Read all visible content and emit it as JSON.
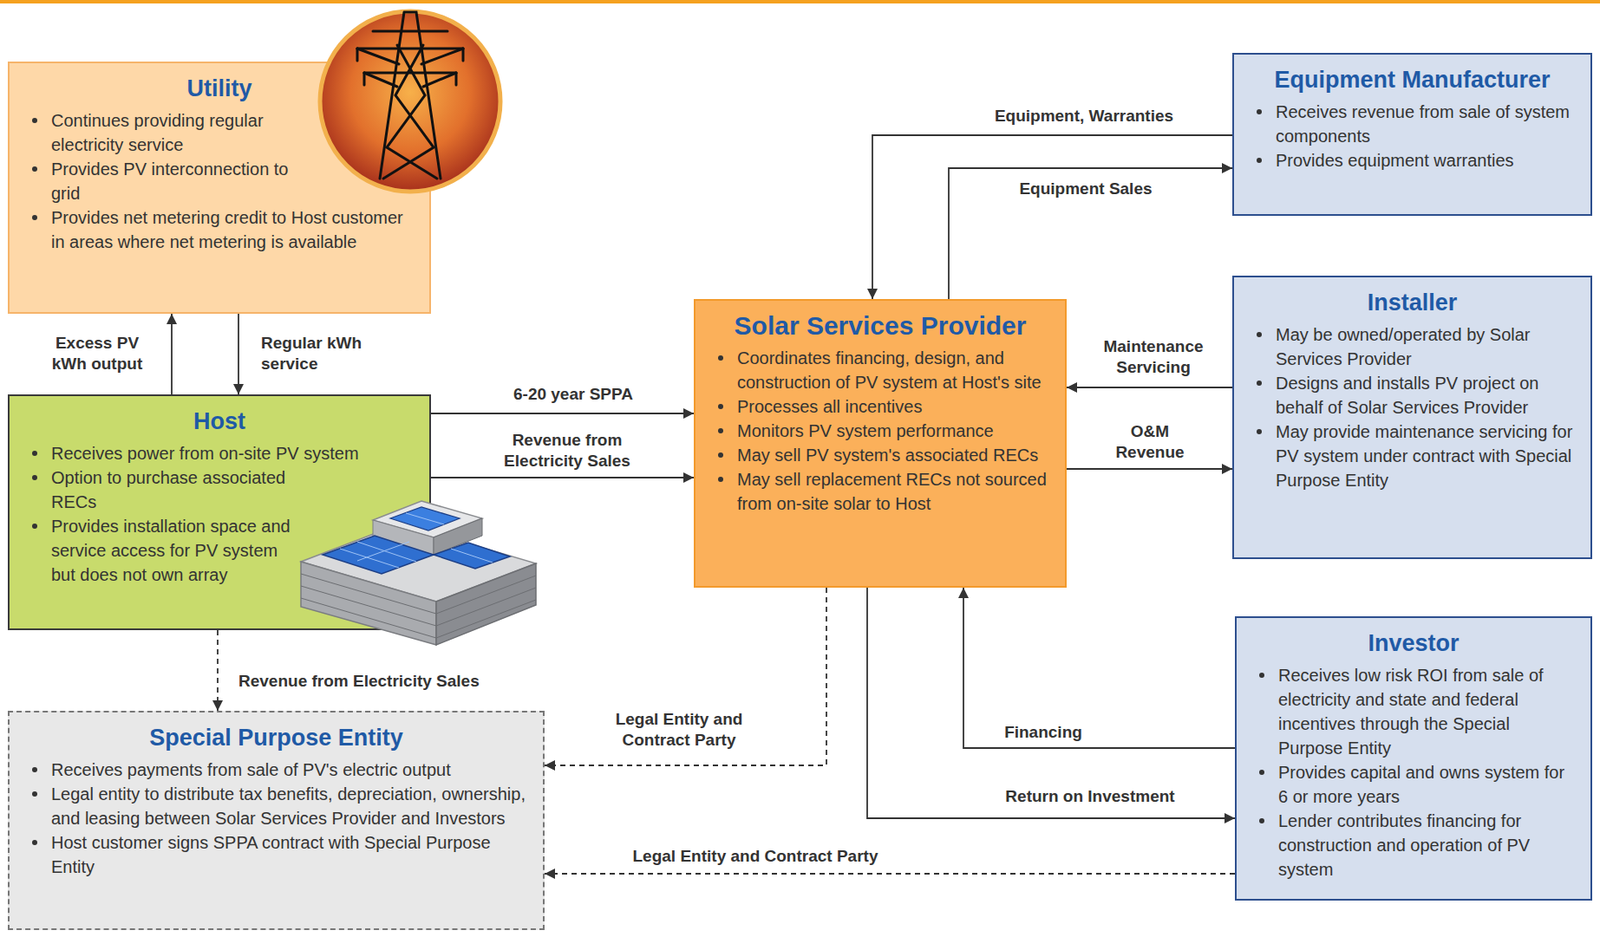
{
  "diagram": {
    "nodes": [
      {
        "text": [
          "Utility",
          "Continues providing regular electricity service",
          "Provides PV interconnection to grid",
          "Provides net metering credit to Host customer in areas where net metering is available"
        ]
      },
      {
        "text": [
          "Host",
          "Receives power from on-site PV system",
          "Option to purchase associated RECs",
          "Provides installation space and service access for PV system but does not own array"
        ]
      },
      {
        "text": [
          "Solar Services Provider",
          "Coordinates financing, design, and construction of PV system at Host's site",
          "Processes all incentives",
          "Monitors PV system performance",
          "May sell PV system's associated RECs",
          "May sell replacement RECs not sourced from on-site solar to Host"
        ]
      },
      {
        "text": [
          "Equipment Manufacturer",
          "Receives revenue from sale of system components",
          "Provides equipment warranties"
        ]
      },
      {
        "text": [
          "Installer",
          "May be owned/operated by Solar Services Provider",
          "Designs and installs PV project on behalf of Solar Services Provider",
          "May provide maintenance servicing for PV system under contract with Special Purpose Entity"
        ]
      },
      {
        "text": [
          "Investor",
          "Receives low risk ROI from sale of electricity and state and federal incentives through the Special Purpose Entity",
          "Provides capital and owns system for 6 or more years",
          "Lender contributes financing for construction and operation of PV system"
        ]
      },
      {
        "text": [
          "Special Purpose Entity",
          "Receives payments from sale of PV's electric output",
          "Legal entity to distribute tax benefits, depreciation, ownership, and leasing between Solar Services Provider and Investors",
          "Host customer signs SPPA contract with Special Purpose Entity"
        ]
      }
    ],
    "edges": [
      {
        "from": 3,
        "to": 2,
        "label": "Equipment, Warranties",
        "arrow": "to"
      },
      {
        "from": 2,
        "to": 3,
        "label": "Equipment Sales",
        "arrow": "to"
      },
      {
        "from": 1,
        "to": 0,
        "label": "Excess PV kWh output",
        "arrow": "to"
      },
      {
        "from": 0,
        "to": 1,
        "label": "Regular kWh service",
        "arrow": "to"
      },
      {
        "from": 1,
        "to": 2,
        "label": "6-20 year SPPA",
        "arrow": "to"
      },
      {
        "from": 1,
        "to": 2,
        "label": "Revenue from Electricity Sales",
        "arrow": "to"
      },
      {
        "from": 4,
        "to": 2,
        "label": "Maintenance Servicing",
        "arrow": "to"
      },
      {
        "from": 2,
        "to": 4,
        "label": "O&M Revenue",
        "arrow": "to"
      },
      {
        "from": 1,
        "to": 6,
        "label": "Revenue from Electricity Sales",
        "arrow": "to"
      },
      {
        "from": 2,
        "to": 6,
        "label": "Legal Entity and Contract Party",
        "arrow": "to"
      },
      {
        "from": 5,
        "to": 2,
        "label": "Financing",
        "arrow": "to"
      },
      {
        "from": 2,
        "to": 5,
        "label": "Return on Investment",
        "arrow": "to"
      },
      {
        "from": 5,
        "to": 6,
        "label": "Legal Entity and Contract Party",
        "arrow": "to"
      }
    ]
  }
}
